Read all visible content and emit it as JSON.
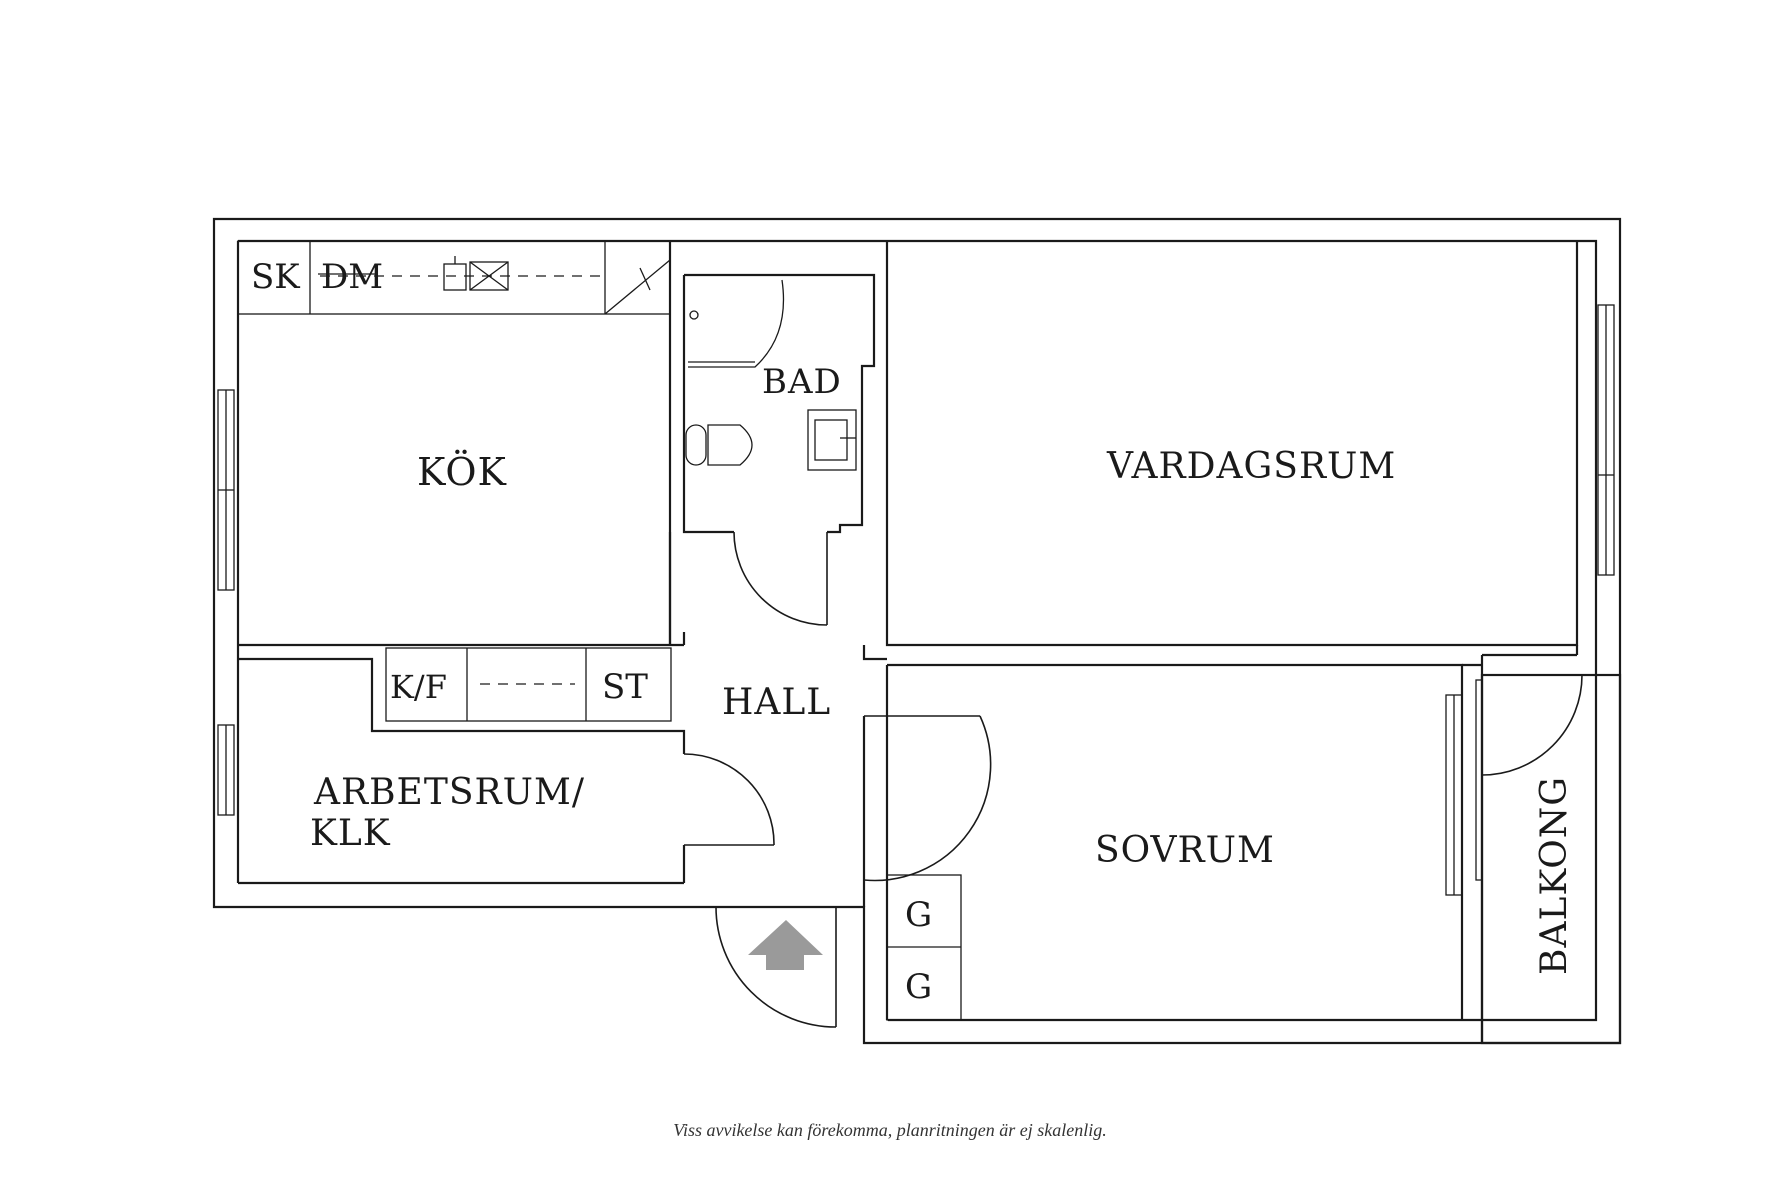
{
  "rooms": {
    "kok": "KÖK",
    "bad": "BAD",
    "vardagsrum": "VARDAGSRUM",
    "hall": "HALL",
    "arbetsrum_line1": "ARBETSRUM/",
    "arbetsrum_line2": "KLK",
    "sovrum": "SOVRUM",
    "balkong": "BALKONG"
  },
  "fixtures": {
    "sk": "SK",
    "dm": "DM",
    "kf": "K/F",
    "st": "ST",
    "g1": "G",
    "g2": "G"
  },
  "disclaimer": "Viss avvikelse kan förekomma, planritningen är ej skalenlig.",
  "colors": {
    "line": "#1a1a1a",
    "entrance_arrow": "#9a9a9a",
    "background": "#ffffff"
  }
}
